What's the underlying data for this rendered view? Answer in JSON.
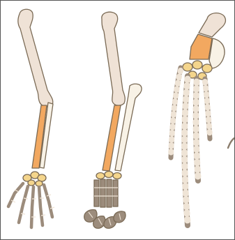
{
  "colors": {
    "upper_bone": "#efe2d6",
    "radius_ulna": "#f2a860",
    "ulna_light": "#f8f2e6",
    "carpals": "#f4d58c",
    "digits": "#9c8c7c",
    "digit_bands": "#efe4d6",
    "outline": "#7a6a55",
    "frame": "#555555",
    "background": "#ffffff"
  },
  "limbs": [
    {
      "id": "limb-1",
      "icon": "human-arm-skeleton-icon"
    },
    {
      "id": "limb-2",
      "icon": "cat-foreleg-skeleton-icon"
    },
    {
      "id": "limb-3",
      "icon": "whale-flipper-skeleton-icon"
    },
    {
      "id": "limb-4",
      "icon": "bat-wing-skeleton-icon"
    }
  ]
}
